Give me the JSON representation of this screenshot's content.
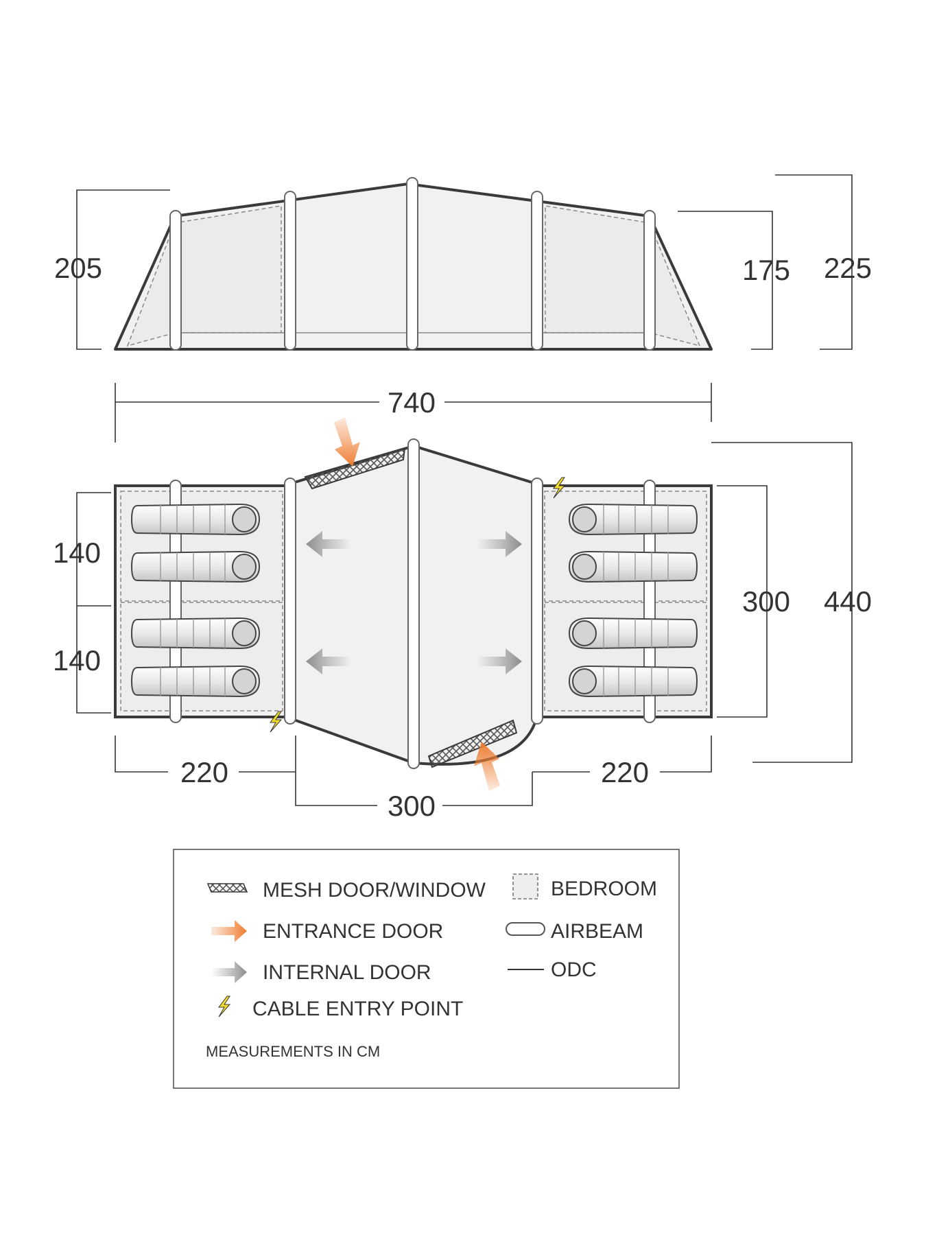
{
  "side_view": {
    "left_height": "205",
    "right_inner_height": "175",
    "right_outer_height": "225",
    "total_length": "740"
  },
  "floor_plan": {
    "bedroom_depth_top": "140",
    "bedroom_depth_bottom": "140",
    "bedroom_width": "300",
    "total_width": "440",
    "left_bedroom_length": "220",
    "right_bedroom_length": "220",
    "living_length": "300"
  },
  "legend": {
    "mesh": "MESH DOOR/WINDOW",
    "entrance": "ENTRANCE DOOR",
    "internal": "INTERNAL DOOR",
    "cable": "CABLE ENTRY POINT",
    "bedroom": "BEDROOM",
    "airbeam": "AIRBEAM",
    "odc": "ODC",
    "note": "MEASUREMENTS IN CM"
  },
  "colors": {
    "outline": "#3a3a3a",
    "fabric_fill": "#f1f1f1",
    "beam_stroke": "#777777",
    "entrance_arrow": "#ef7d32",
    "internal_arrow": "#9a9a9a",
    "cable_icon": "#f2dd2a"
  }
}
